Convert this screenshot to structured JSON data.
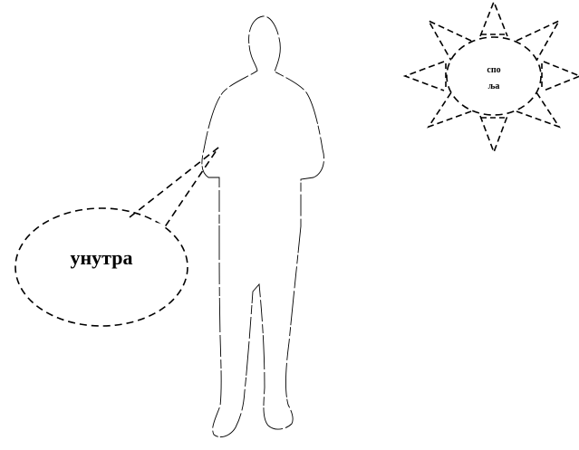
{
  "bubble": {
    "label": "унутра"
  },
  "sun": {
    "label_line1": "спо",
    "label_line2": "ља"
  },
  "colors": {
    "stroke": "#000000",
    "background": "#ffffff"
  }
}
